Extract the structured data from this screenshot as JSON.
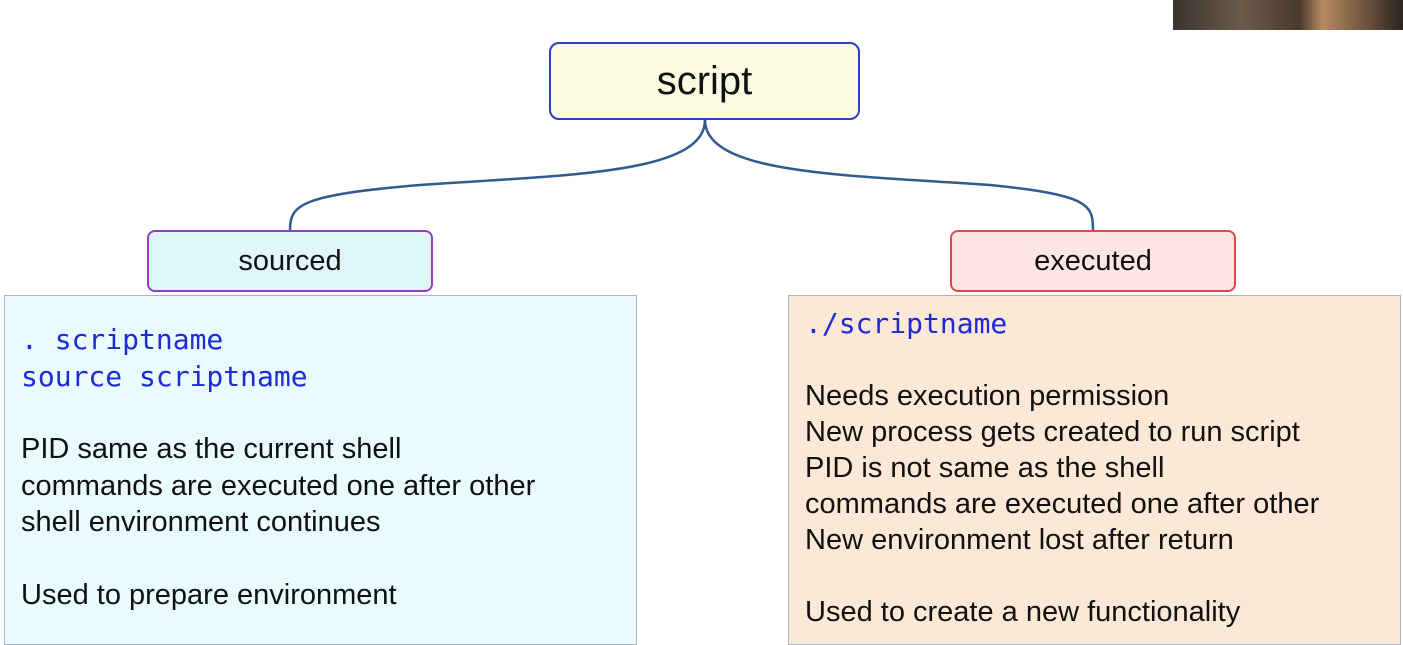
{
  "diagram": {
    "root": {
      "label": "script"
    },
    "left": {
      "label": "sourced",
      "code_lines": [
        ". scriptname",
        "source scriptname"
      ],
      "text_lines": [
        "PID same as the current shell",
        "commands are executed one after other",
        "shell environment continues"
      ],
      "usage": "Used to prepare environment"
    },
    "right": {
      "label": "executed",
      "code_lines": [
        "./scriptname"
      ],
      "text_lines": [
        "Needs execution permission",
        "New process gets created to run script",
        "PID is not same as the shell",
        "commands are executed one after other",
        "New environment lost after return"
      ],
      "usage": "Used to create a new functionality"
    }
  },
  "colors": {
    "connector": "#2f5b8f",
    "root_border": "#2f3fbf",
    "sourced_border": "#9b39c9",
    "executed_border": "#e0484c",
    "code_text": "#1d2ad6"
  }
}
